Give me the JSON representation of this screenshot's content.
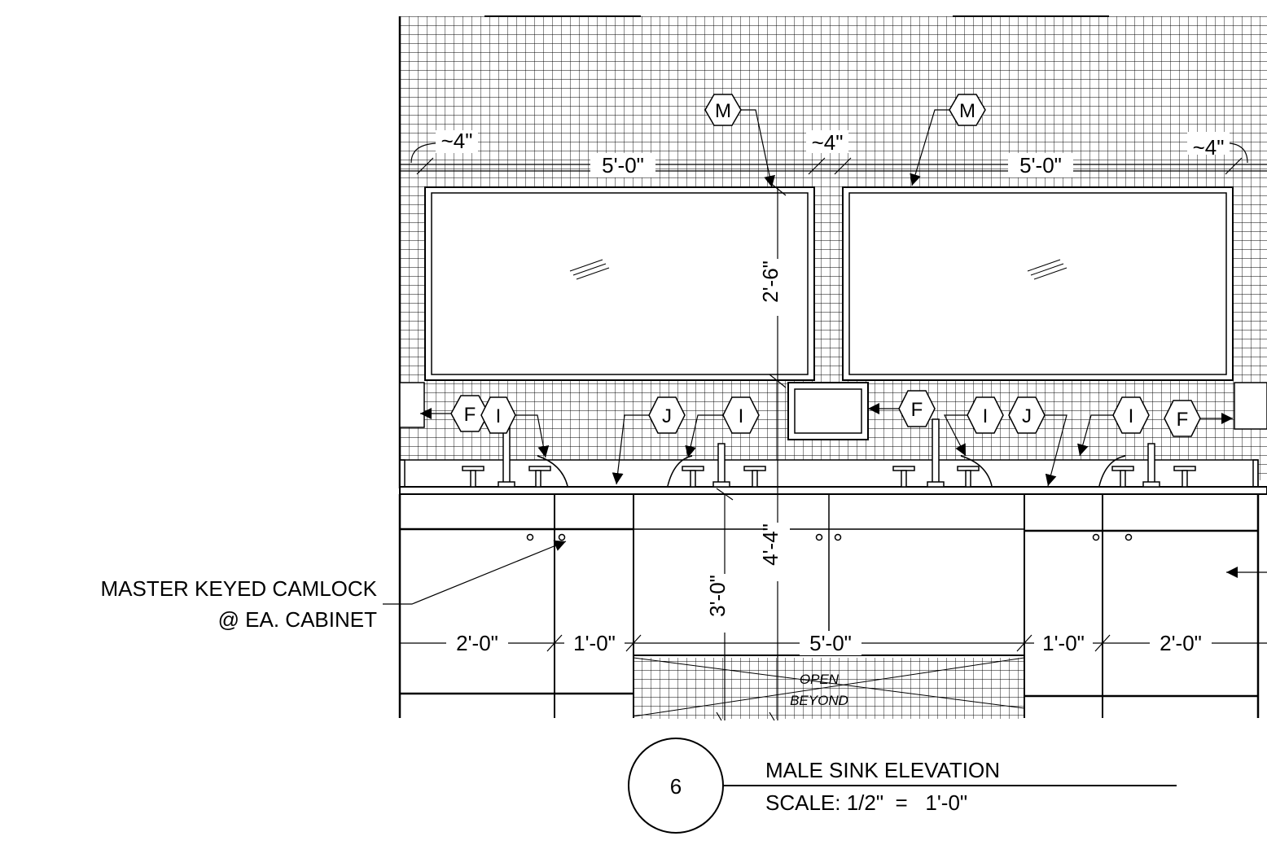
{
  "title_block": {
    "number": "6",
    "title": "MALE SINK ELEVATION",
    "scale": "SCALE: 1/2\"  =   1'-0\""
  },
  "notes": {
    "camlock_line1": "MASTER KEYED CAMLOCK",
    "camlock_line2": "@ EA. CABINET",
    "open_line1": "OPEN",
    "open_line2": "BEYOND"
  },
  "dimensions": {
    "mirror_left_width": "5'-0\"",
    "mirror_right_width": "5'-0\"",
    "gap_left": "~4\"",
    "gap_mid": "~4\"",
    "gap_right": "~4\"",
    "mirror_height": "2'-6\"",
    "mirror_bottom_height": "4'-4\"",
    "counter_height": "3'-0\"",
    "cab_1": "2'-0\"",
    "cab_2": "1'-0\"",
    "cab_3": "5'-0\"",
    "cab_4": "1'-0\"",
    "cab_5": "2'-0\""
  },
  "tags": {
    "m1": "M",
    "m2": "M",
    "f1": "F",
    "i1": "I",
    "j1": "J",
    "i2": "I",
    "f2": "F",
    "i3": "I",
    "j2": "J",
    "i4": "I",
    "f3": "F"
  }
}
